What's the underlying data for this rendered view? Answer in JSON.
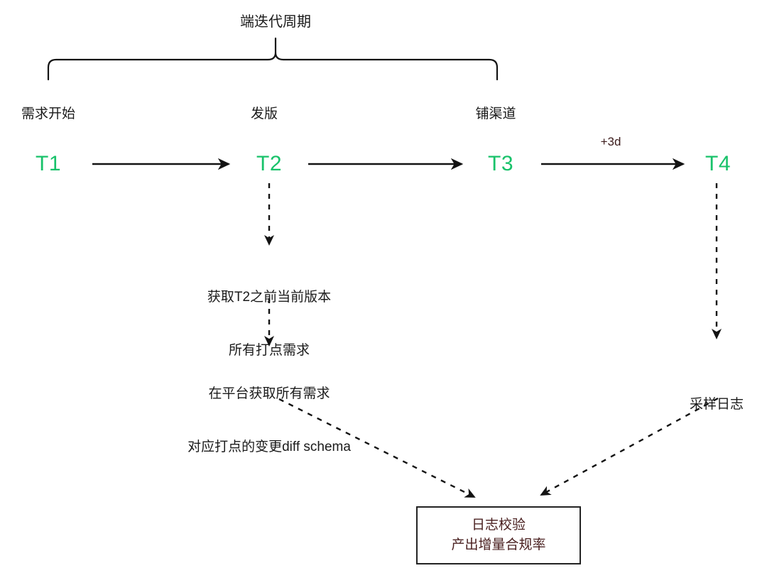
{
  "diagram": {
    "title": "端迭代周期",
    "colors": {
      "milestone_green": "#18c26a",
      "accent_maroon": "#4a2020",
      "line_black": "#1a1a1a",
      "background": "#ffffff"
    },
    "timeline": {
      "bracket_label": "端迭代周期",
      "stages": [
        {
          "id": "t1",
          "label": "需求开始",
          "marker": "T1"
        },
        {
          "id": "t2",
          "label": "发版",
          "marker": "T2"
        },
        {
          "id": "t3",
          "label": "铺渠道",
          "marker": "T3"
        },
        {
          "id": "t4",
          "label": "",
          "marker": "T4"
        }
      ],
      "edge_labels": [
        {
          "id": "t3-to-t4",
          "text": "+3d"
        }
      ]
    },
    "nodes": [
      {
        "id": "fetch-requirements",
        "lines": [
          "获取T2之前当前版本",
          "所有打点需求"
        ]
      },
      {
        "id": "diff-schema",
        "lines": [
          "在平台获取所有需求",
          "对应打点的变更diff schema"
        ]
      },
      {
        "id": "sample-logs",
        "lines": [
          "采样日志"
        ]
      }
    ],
    "result": {
      "id": "log-verification",
      "lines": [
        "日志校验",
        "产出增量合规率"
      ]
    },
    "icons": {
      "arrow": "arrow-right-icon",
      "dashed_arrow": "dashed-arrow-icon",
      "brace": "curly-brace-icon"
    }
  }
}
